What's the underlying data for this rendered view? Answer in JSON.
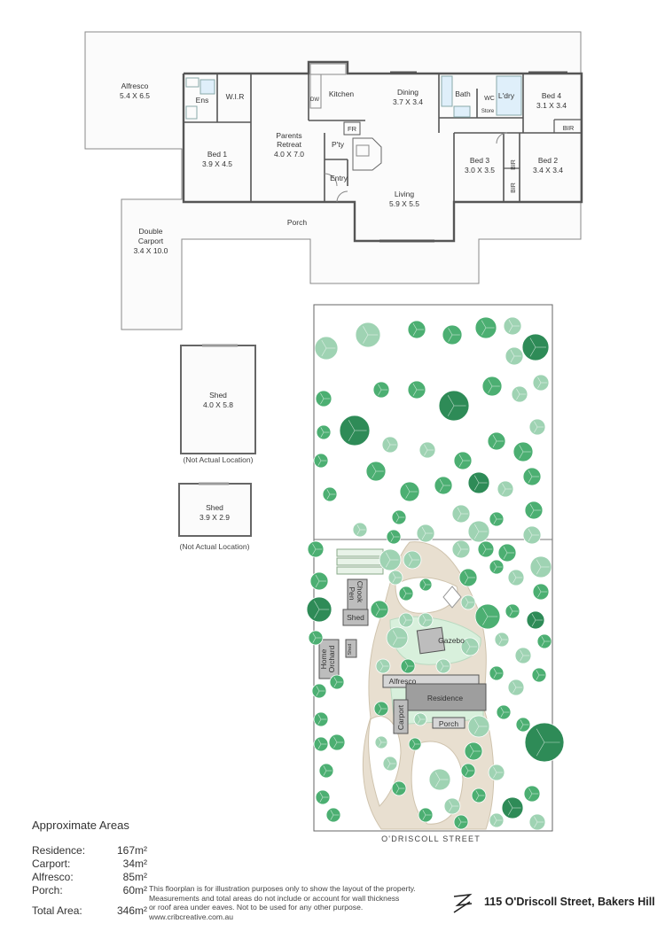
{
  "rooms": {
    "alfresco": {
      "name": "Alfresco",
      "size": "5.4 X 6.5"
    },
    "ens": "Ens",
    "wir": "W.I.R",
    "kitchen": "Kitchen",
    "dining": {
      "name": "Dining",
      "size": "3.7 X 3.4"
    },
    "bath": "Bath",
    "wc": "WC",
    "laundry": "L'dry",
    "store": "Store",
    "bed4": {
      "name": "Bed 4",
      "size": "3.1 X 3.4"
    },
    "bir_bed4": "BIR",
    "bed1": {
      "name": "Bed 1",
      "size": "3.9 X 4.5"
    },
    "parents": {
      "name": "Parents",
      "name2": "Retreat",
      "size": "4.0 X 7.0"
    },
    "fr": "FR",
    "pantry": "P'ty",
    "entry": "Entry",
    "bed3": {
      "name": "Bed 3",
      "size": "3.0 X 3.5"
    },
    "bir_a": "BIR",
    "bir_b": "BIR",
    "bed2": {
      "name": "Bed 2",
      "size": "3.4 X 3.4"
    },
    "living": {
      "name": "Living",
      "size": "5.9 X 5.5"
    },
    "porch": "Porch",
    "carport": {
      "name": "Double",
      "name2": "Carport",
      "size": "3.4 X 10.0"
    },
    "dw": "DW"
  },
  "sheds": [
    {
      "name": "Shed",
      "size": "4.0 X 5.8",
      "note": "(Not Actual Location)"
    },
    {
      "name": "Shed",
      "size": "3.9 X 2.9",
      "note": "(Not Actual Location)"
    }
  ],
  "site": {
    "chook": "Chook",
    "pen": "Pen",
    "shed": "Shed",
    "small_shed": "Shed",
    "home": "Home",
    "orchard": "Orchard",
    "gazebo": "Gazebo",
    "alfresco": "Alfresco",
    "residence": "Residence",
    "carport": "Carport",
    "porch": "Porch",
    "street": "O'DRISCOLL STREET"
  },
  "areas": {
    "title": "Approximate Areas",
    "rows": [
      {
        "label": "Residence:",
        "value": "167m²"
      },
      {
        "label": "Carport:",
        "value": "34m²"
      },
      {
        "label": "Alfresco:",
        "value": "85m²"
      },
      {
        "label": "Porch:",
        "value": "60m²"
      }
    ],
    "total": {
      "label": "Total Area:",
      "value": "346m²"
    }
  },
  "disclaimer": {
    "line1": "This floorplan is for illustration purposes only to show the layout of the property.",
    "line2": "Measurements and total areas do not include or account for wall thickness",
    "line3": "or roof area under eaves. Not to be used for any other purpose.",
    "url": "www.cribcreative.com.au"
  },
  "address": "115 O'Driscoll Street, Bakers Hill",
  "colors": {
    "tree_dark": "#2e8b57",
    "tree_mid": "#4caf72",
    "tree_light": "#9fd3b3",
    "path": "#e8dfd0",
    "lawn": "#d8f0dc",
    "building": "#bdbdbd"
  }
}
